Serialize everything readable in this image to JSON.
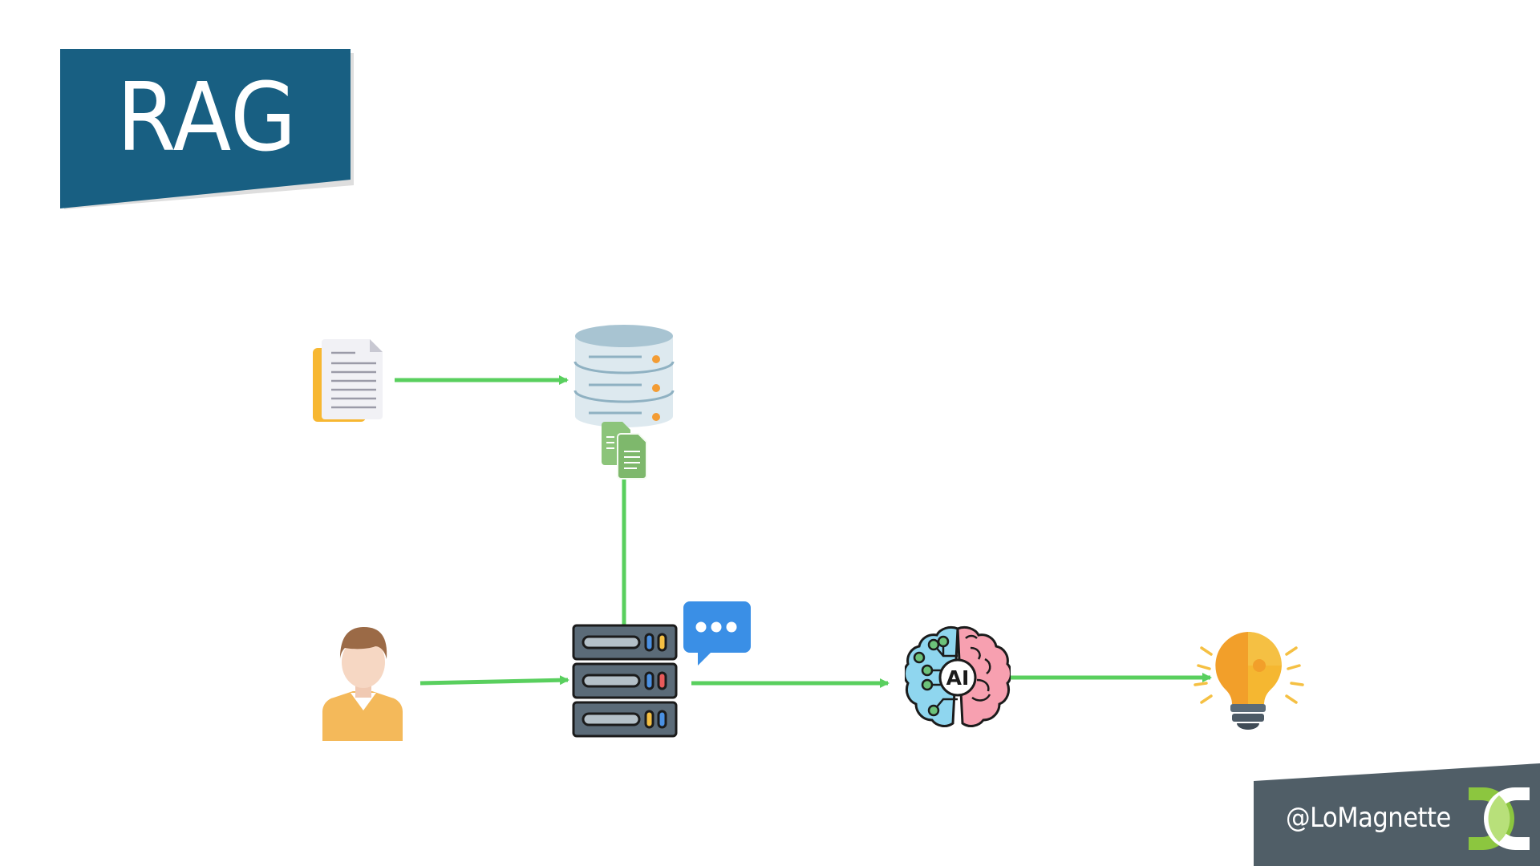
{
  "title": "RAG",
  "footer": {
    "handle": "@LoMagnette"
  },
  "colors": {
    "banner": "#185f82",
    "banner_shadow": "#c9c9c9",
    "footer_bg": "#505e67",
    "arrow": "#59cf5e",
    "logo_green": "#8cc63f",
    "logo_white": "#ffffff"
  },
  "nodes": [
    {
      "id": "documents",
      "icon": "document-stack-icon"
    },
    {
      "id": "vector-database",
      "icon": "database-icon"
    },
    {
      "id": "retrieved-chunks",
      "icon": "document-copy-icon"
    },
    {
      "id": "user",
      "icon": "user-icon"
    },
    {
      "id": "application-server",
      "icon": "server-rack-icon"
    },
    {
      "id": "prompt",
      "icon": "chat-bubble-icon"
    },
    {
      "id": "llm",
      "icon": "ai-brain-icon",
      "label": "AI"
    },
    {
      "id": "answer",
      "icon": "lightbulb-puzzle-icon"
    }
  ],
  "edges": [
    {
      "from": "documents",
      "to": "vector-database"
    },
    {
      "from": "vector-database",
      "to": "application-server"
    },
    {
      "from": "user",
      "to": "application-server"
    },
    {
      "from": "application-server",
      "to": "llm"
    },
    {
      "from": "llm",
      "to": "answer"
    }
  ]
}
